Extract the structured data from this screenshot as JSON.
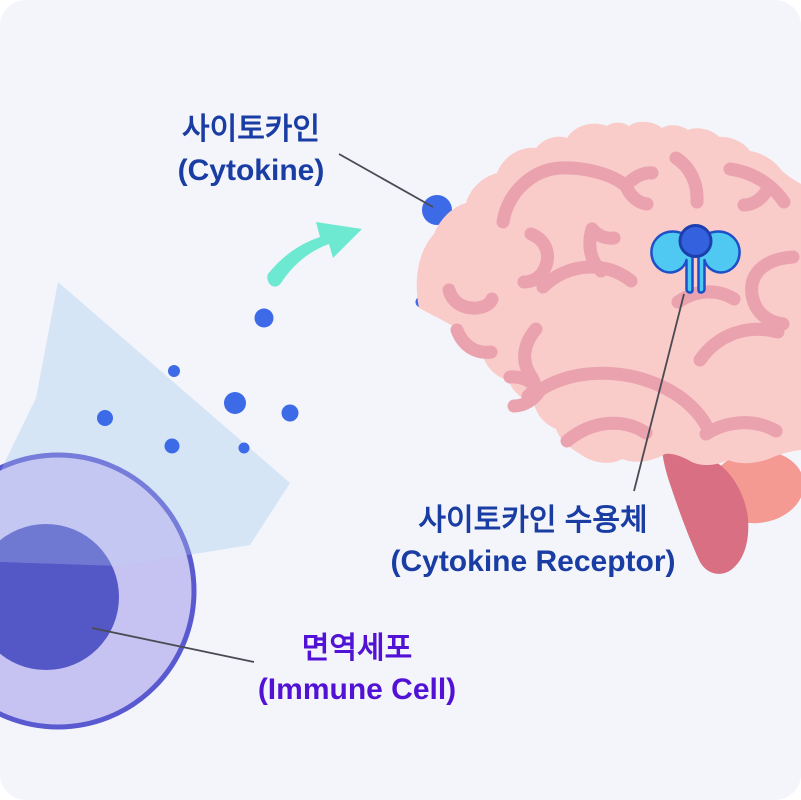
{
  "labels": {
    "cytokine": {
      "ko": "사이토카인",
      "en": "(Cytokine)"
    },
    "receptor": {
      "ko": "사이토카인 수용체",
      "en": "(Cytokine Receptor)"
    },
    "immune_cell": {
      "ko": "면역세포",
      "en": "(Immune Cell)"
    }
  },
  "colors": {
    "page": "#ffffff",
    "background": "#f4f5fb",
    "beam": "#dfecf8",
    "beam_overlay": "#bcd4ef",
    "cell_body": "#c6c2f1",
    "cell_border": "#5a5ad0",
    "cell_nucleus": "#5457c6",
    "dot": "#3d6be8",
    "arrow": "#6de9d2",
    "brain": "#f9cbc9",
    "gyri": "#e9a2ae",
    "brainstem": "#d96f82",
    "cerebellum": "#f59a93",
    "receptor": "#4fc9f2",
    "receptor_outline": "#1d50c8",
    "ball": "#3462de",
    "ball_outline": "#1d3fae",
    "leader_line": "#4a4a52",
    "label_blue": "#1a3da3",
    "label_purple": "#5212d5"
  }
}
